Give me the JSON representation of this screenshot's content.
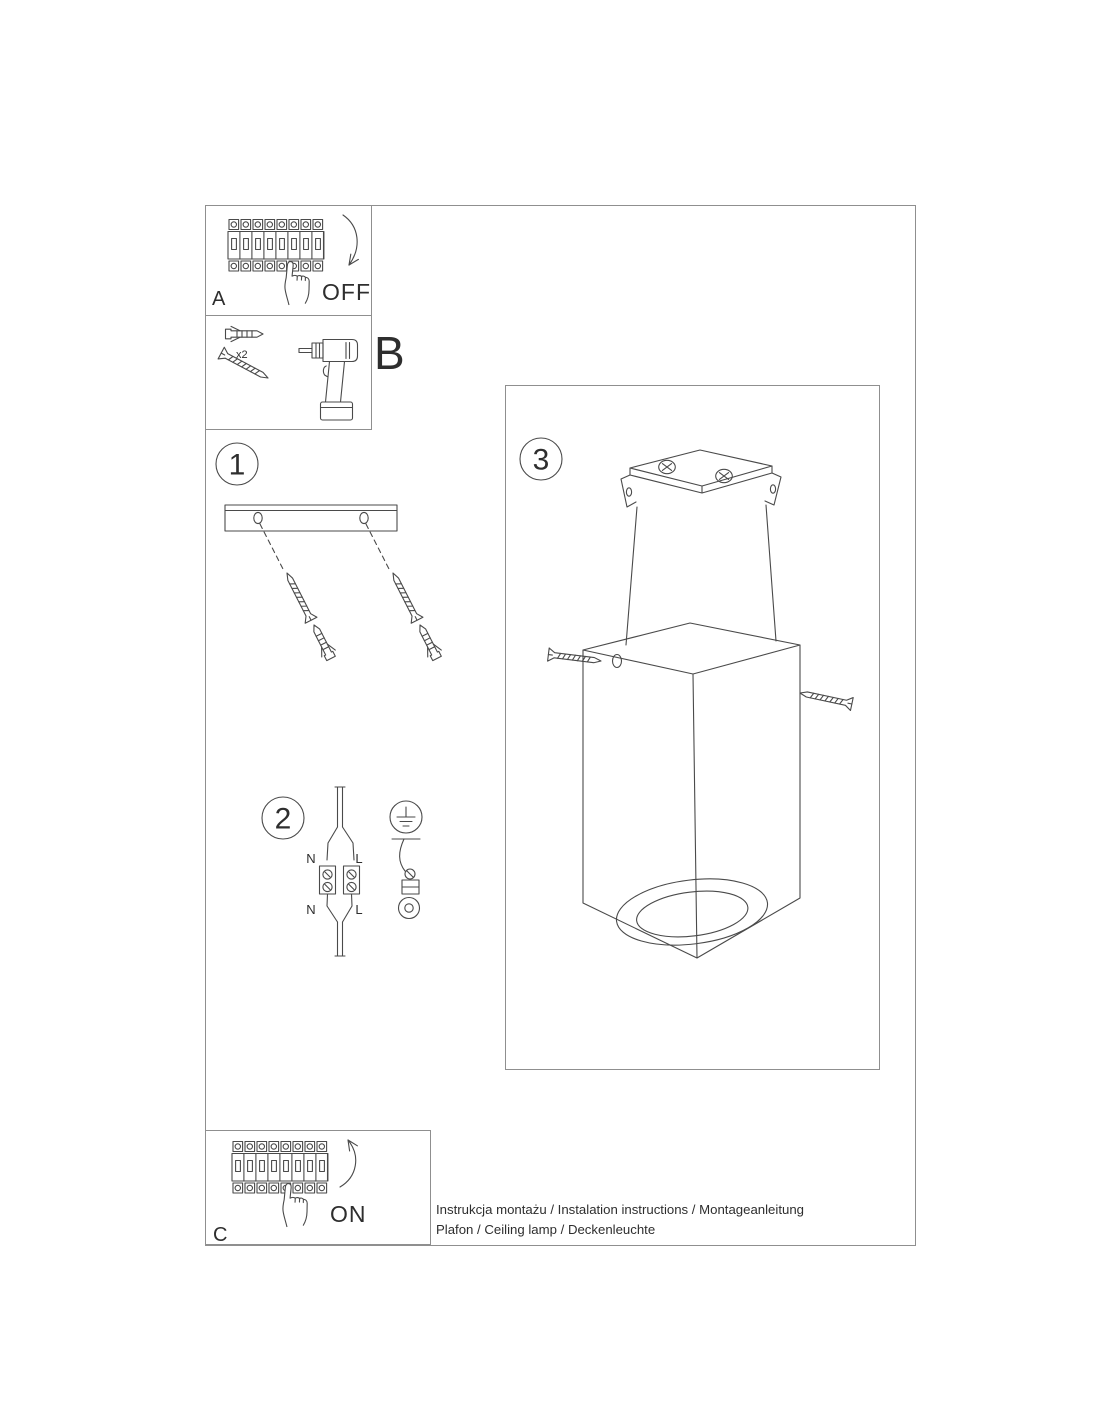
{
  "steps": {
    "a": {
      "label": "A",
      "state": "OFF"
    },
    "b": {
      "label": "B",
      "anchor_qty": "x2"
    },
    "c": {
      "label": "C",
      "state": "ON"
    },
    "s1": {
      "number": "1"
    },
    "s2": {
      "number": "2",
      "wire_labels": {
        "top_n": "N",
        "top_l": "L",
        "bottom_n": "N",
        "bottom_l": "L"
      }
    },
    "s3": {
      "number": "3"
    }
  },
  "footer": {
    "line1": "Instrukcja montażu / Instalation instructions / Montageanleitung",
    "line2": "Plafon / Ceiling lamp / Deckenleuchte"
  }
}
